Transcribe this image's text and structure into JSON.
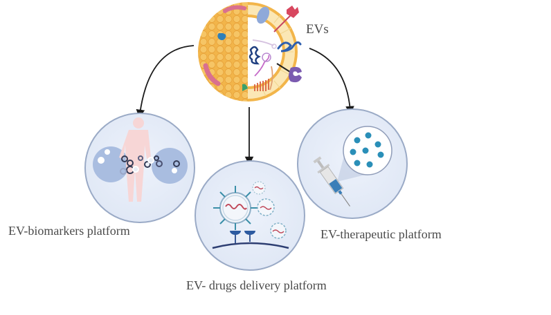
{
  "diagram": {
    "center_node": {
      "label": "EVs",
      "icon": "extracellular-vesicle-icon",
      "components": [
        "lipid-bilayer",
        "membrane-protein",
        "receptor",
        "DNA",
        "RNA",
        "microRNA",
        "transmembrane-protein"
      ]
    },
    "branches": [
      {
        "label": "EV-biomarkers platform",
        "icon": "human-body-biomarker-icon"
      },
      {
        "label": "EV- drugs delivery platform",
        "icon": "vesicle-receptor-binding-icon"
      },
      {
        "label": "EV-therapeutic platform",
        "icon": "syringe-injection-icon"
      }
    ],
    "colors": {
      "vesicle_orange": "#f2b54a",
      "vesicle_light": "#fbe3a8",
      "circle_fill": "#e6edf8",
      "circle_stroke": "#9aaac6",
      "arrow": "#1a1a1a",
      "text": "#4a4a4a",
      "teal": "#2a8fb8",
      "cell_blue": "#a9bde0"
    }
  }
}
